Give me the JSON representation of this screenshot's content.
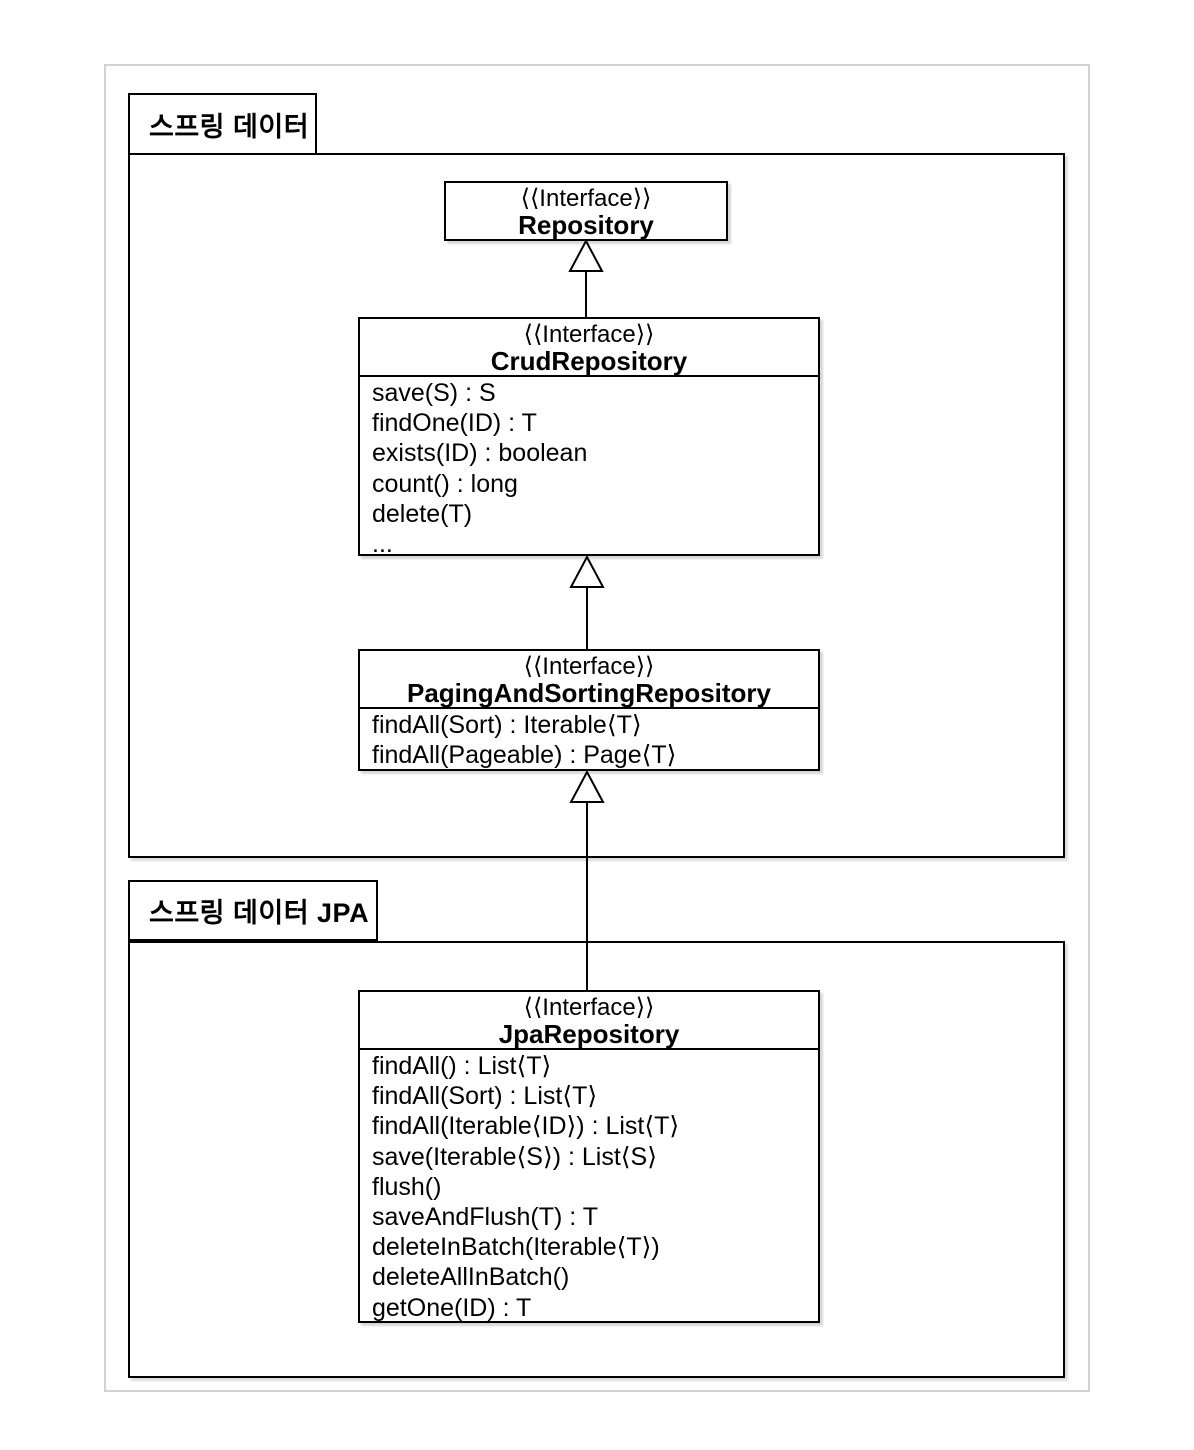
{
  "diagram": {
    "packages": {
      "spring_data": {
        "label": "스프링 데이터"
      },
      "spring_data_jpa": {
        "label": "스프링 데이터 JPA"
      }
    },
    "classes": {
      "repository": {
        "stereotype": "⟨⟨Interface⟩⟩",
        "name": "Repository",
        "methods": []
      },
      "crud_repository": {
        "stereotype": "⟨⟨Interface⟩⟩",
        "name": "CrudRepository",
        "methods": [
          "save(S) : S",
          "findOne(ID) : T",
          "exists(ID) : boolean",
          "count() : long",
          "delete(T)",
          "..."
        ]
      },
      "paging_and_sorting_repository": {
        "stereotype": "⟨⟨Interface⟩⟩",
        "name": "PagingAndSortingRepository",
        "methods": [
          "findAll(Sort) : Iterable⟨T⟩",
          "findAll(Pageable) : Page⟨T⟩"
        ]
      },
      "jpa_repository": {
        "stereotype": "⟨⟨Interface⟩⟩",
        "name": "JpaRepository",
        "methods": [
          "findAll() : List⟨T⟩",
          "findAll(Sort) : List⟨T⟩",
          "findAll(Iterable⟨ID⟩) : List⟨T⟩",
          "save(Iterable⟨S⟩) : List⟨S⟩",
          "flush()",
          "saveAndFlush(T) : T",
          "deleteInBatch(Iterable⟨T⟩)",
          "deleteAllInBatch()",
          "getOne(ID) : T"
        ]
      }
    },
    "relationships": [
      {
        "type": "generalization",
        "from": "CrudRepository",
        "to": "Repository"
      },
      {
        "type": "generalization",
        "from": "PagingAndSortingRepository",
        "to": "CrudRepository"
      },
      {
        "type": "generalization",
        "from": "JpaRepository",
        "to": "PagingAndSortingRepository"
      }
    ]
  }
}
